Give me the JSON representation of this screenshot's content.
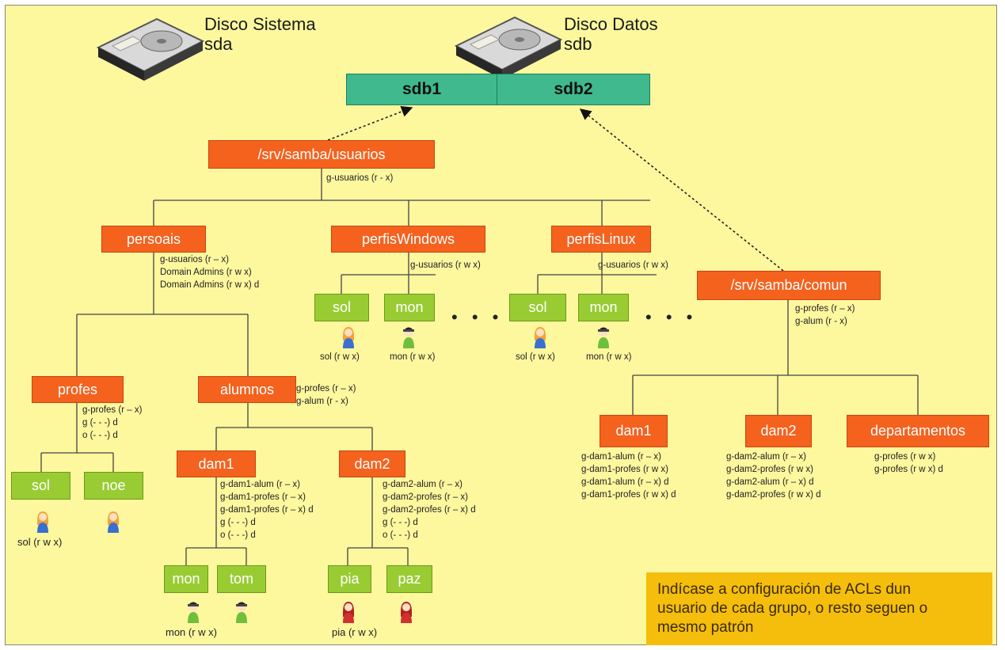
{
  "disks": [
    {
      "title": "Disco Sistema",
      "device": "sda"
    },
    {
      "title": "Disco Datos",
      "device": "sdb"
    }
  ],
  "partitions": [
    "sdb1",
    "sdb2"
  ],
  "usuarios": {
    "path": "/srv/samba/usuarios",
    "acl": [
      "g-usuarios (r - x)"
    ]
  },
  "persoais": {
    "label": "persoais",
    "acl": [
      "g-usuarios (r – x)",
      "Domain Admins (r w x)",
      "Domain Admins (r w x) d"
    ]
  },
  "perfisWindows": {
    "label": "perfisWindows",
    "acl": [
      "g-usuarios (r w x)"
    ],
    "children": [
      {
        "label": "sol",
        "perm": "sol (r w x)"
      },
      {
        "label": "mon",
        "perm": "mon (r w x)"
      }
    ]
  },
  "perfisLinux": {
    "label": "perfisLinux",
    "acl": [
      "g-usuarios (r w x)"
    ],
    "children": [
      {
        "label": "sol",
        "perm": "sol (r w x)"
      },
      {
        "label": "mon",
        "perm": "mon (r w x)"
      }
    ]
  },
  "ellipsis": "• • •",
  "profes": {
    "label": "profes",
    "acl": [
      "g-profes (r – x)",
      "g (- - -) d",
      "o (- - -) d"
    ],
    "children": [
      {
        "label": "sol",
        "perm": "sol (r w x)"
      },
      {
        "label": "noe"
      }
    ]
  },
  "alumnos": {
    "label": "alumnos",
    "acl": [
      "g-profes (r – x)",
      "g-alum (r - x)"
    ]
  },
  "alum_dam1": {
    "label": "dam1",
    "acl": [
      "g-dam1-alum (r – x)",
      "g-dam1-profes (r – x)",
      "g-dam1-profes (r – x) d",
      "g (- - -) d",
      "o (- - -) d"
    ],
    "children": [
      {
        "label": "mon",
        "perm": "mon (r w x)"
      },
      {
        "label": "tom"
      }
    ]
  },
  "alum_dam2": {
    "label": "dam2",
    "acl": [
      "g-dam2-alum (r – x)",
      "g-dam2-profes (r – x)",
      "g-dam2-profes (r – x) d",
      "g (- - -) d",
      "o (- - -) d"
    ],
    "children": [
      {
        "label": "pia",
        "perm": "pia (r w x)"
      },
      {
        "label": "paz"
      }
    ]
  },
  "comun": {
    "path": "/srv/samba/comun",
    "acl": [
      "g-profes (r – x)",
      "g-alum (r - x)"
    ]
  },
  "com_dam1": {
    "label": "dam1",
    "acl": [
      "g-dam1-alum (r – x)",
      "g-dam1-profes (r w x)",
      "g-dam1-alum (r – x) d",
      "g-dam1-profes (r w x) d"
    ]
  },
  "com_dam2": {
    "label": "dam2",
    "acl": [
      "g-dam2-alum (r – x)",
      "g-dam2-profes (r w x)",
      "g-dam2-alum (r – x) d",
      "g-dam2-profes (r w x) d"
    ]
  },
  "departamentos": {
    "label": "departamentos",
    "acl": [
      "g-profes (r w x)",
      "g-profes (r w x) d"
    ]
  },
  "note": {
    "lines": [
      "Indícase a configuración de ACLs dun",
      "usuario de cada grupo, o resto seguen o",
      "mesmo patrón"
    ]
  },
  "colors": {
    "background": "#fdf79e",
    "folder": "#f4621e",
    "user_folder": "#99cc33",
    "partition": "#3fb98d",
    "note": "#f5be0c"
  },
  "icons": [
    "hard-disk-icon",
    "user-female-icon",
    "user-male-icon",
    "user-red-icon"
  ]
}
